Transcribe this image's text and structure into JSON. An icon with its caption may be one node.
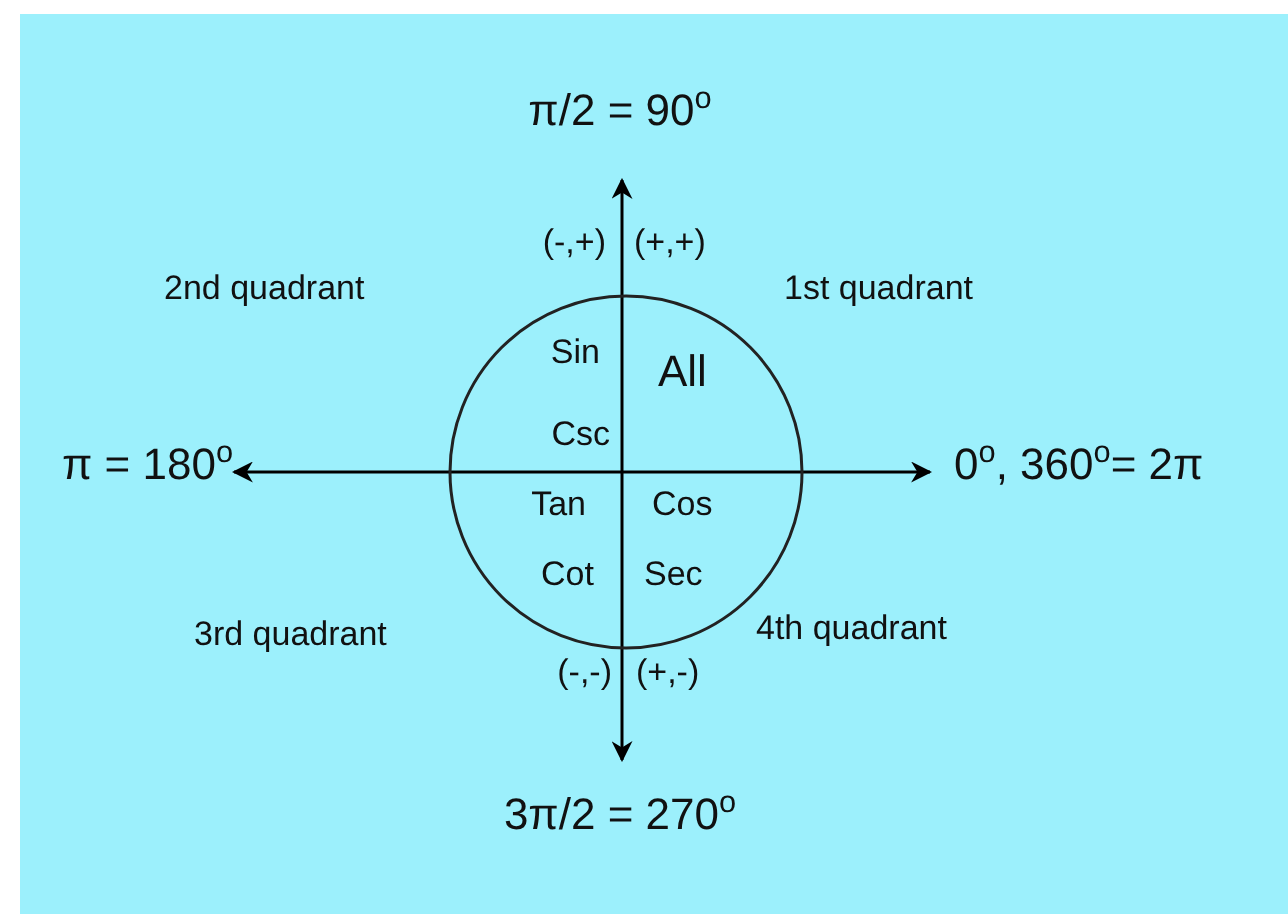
{
  "diagram": {
    "nodes": [
      {
        "text": [
          "Sin",
          "All",
          "Csc",
          "Tan",
          "Cos",
          "Cot",
          "Sec"
        ]
      }
    ],
    "labels": [
      "π/2 = 90$^{o}$",
      "(-,+)",
      "(+,+)",
      "2nd quadrant",
      "1st quadrant",
      "π = 180$^{o}$",
      "0$^{o}$, 360$^{o}$= 2π",
      "3rd quadrant",
      "4th quadrant",
      "(-,-)",
      "(+,-)",
      "3π/2 = 270$^{o}$"
    ]
  }
}
